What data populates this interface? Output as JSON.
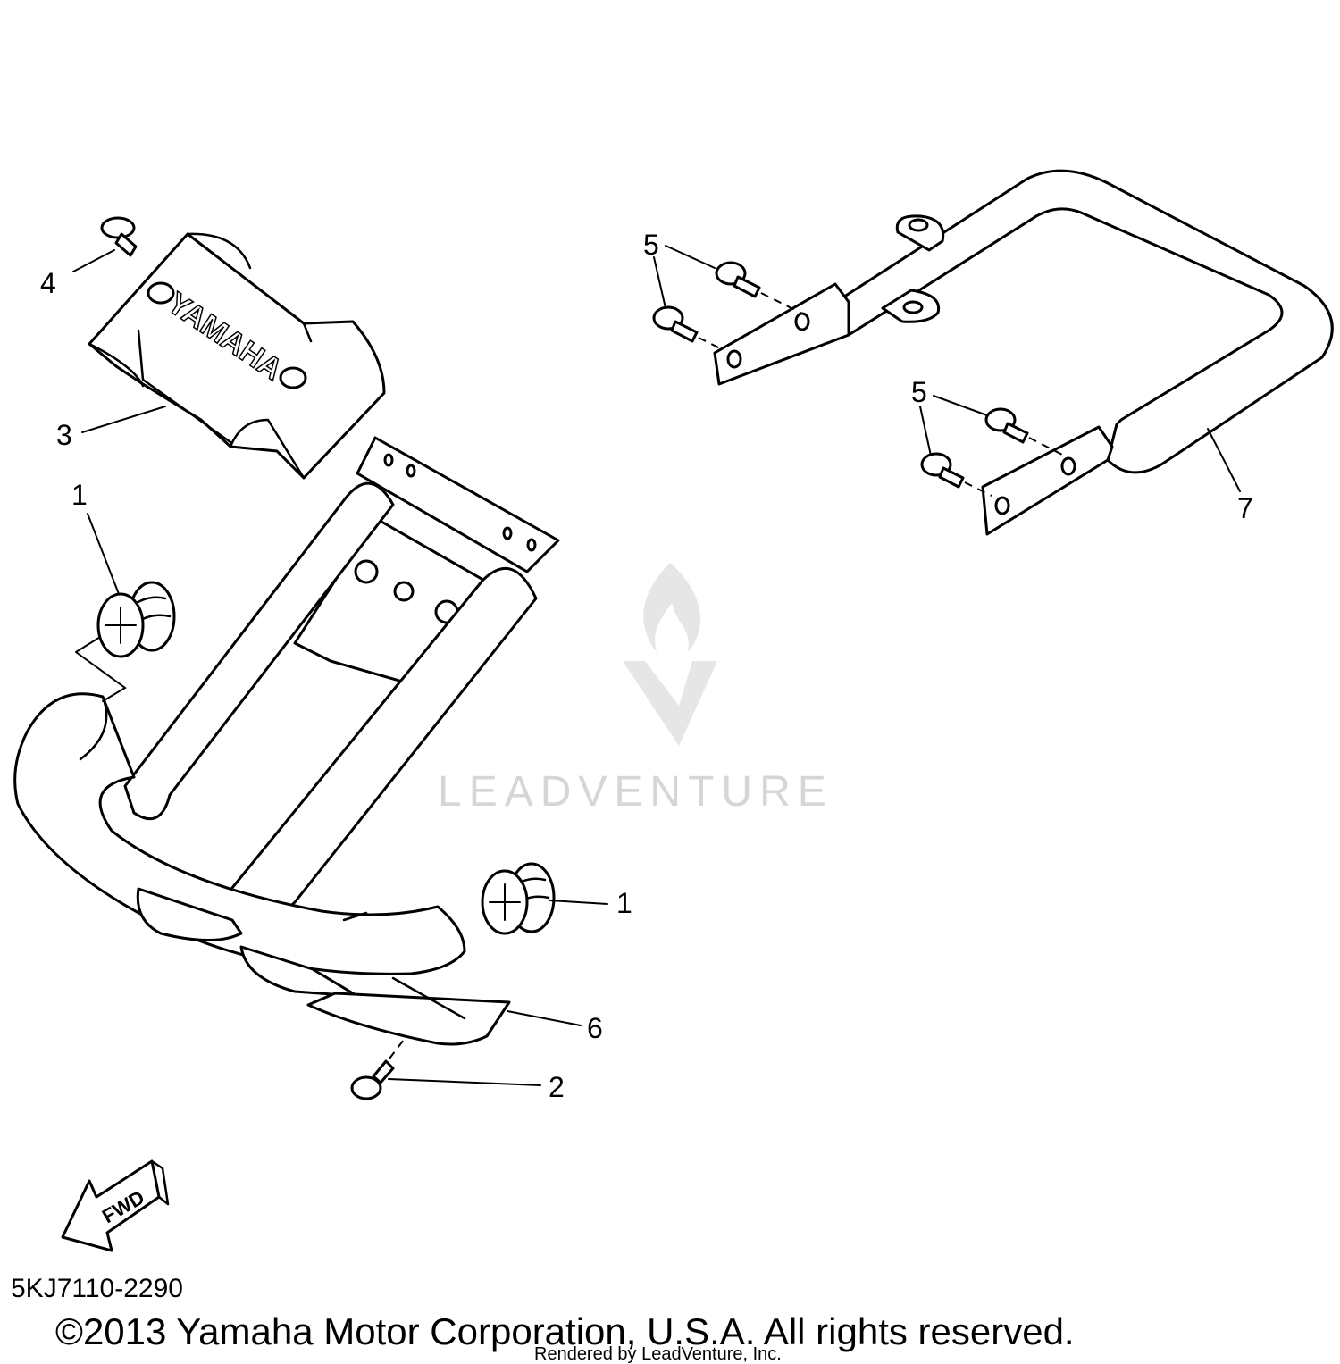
{
  "diagram": {
    "callouts": {
      "c1a": "1",
      "c1b": "1",
      "c2": "2",
      "c3": "3",
      "c4": "4",
      "c5a": "5",
      "c5b": "5",
      "c6": "6",
      "c7": "7"
    },
    "cover_logo_text": "YAMAHA",
    "fwd_label": "FWD",
    "watermark_text": "LEADVENTURE",
    "diagram_code": "5KJ7110-2290",
    "copyright": "©2013 Yamaha Motor Corporation, U.S.A. All rights reserved.",
    "rendered_by": "Rendered by LeadVenture, Inc."
  },
  "colors": {
    "line": "#000000",
    "background": "#ffffff",
    "watermark": "#d6d6d6"
  }
}
